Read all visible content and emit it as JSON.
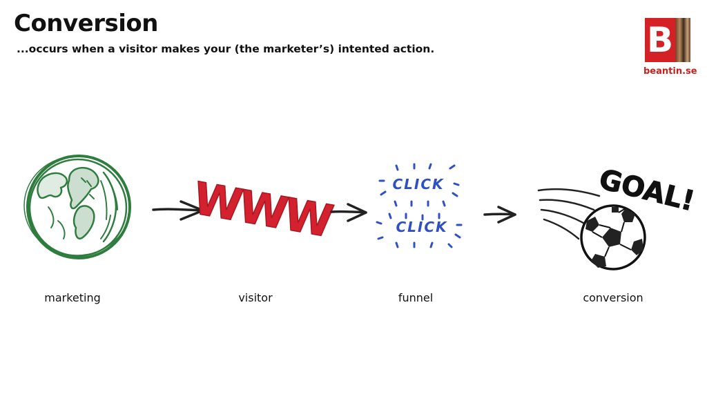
{
  "header": {
    "title": "Conversion",
    "subtitle": "...occurs when a visitor makes your (the marketer’s) intented action."
  },
  "logo": {
    "letter": "B",
    "caption": "beantin.se",
    "brand_color": "#d42126"
  },
  "stages": [
    {
      "label": "marketing",
      "icon": "globe-icon",
      "color": "#2e7d3e"
    },
    {
      "label": "visitor",
      "icon": "www-icon",
      "text": "WWW",
      "color": "#d42130"
    },
    {
      "label": "funnel",
      "icon": "click-icon",
      "text": [
        "CLICK",
        "CLICK"
      ],
      "color": "#2f4fc4"
    },
    {
      "label": "conversion",
      "icon": "soccer-ball-icon",
      "text": "GOAL!",
      "color": "#111111"
    }
  ]
}
